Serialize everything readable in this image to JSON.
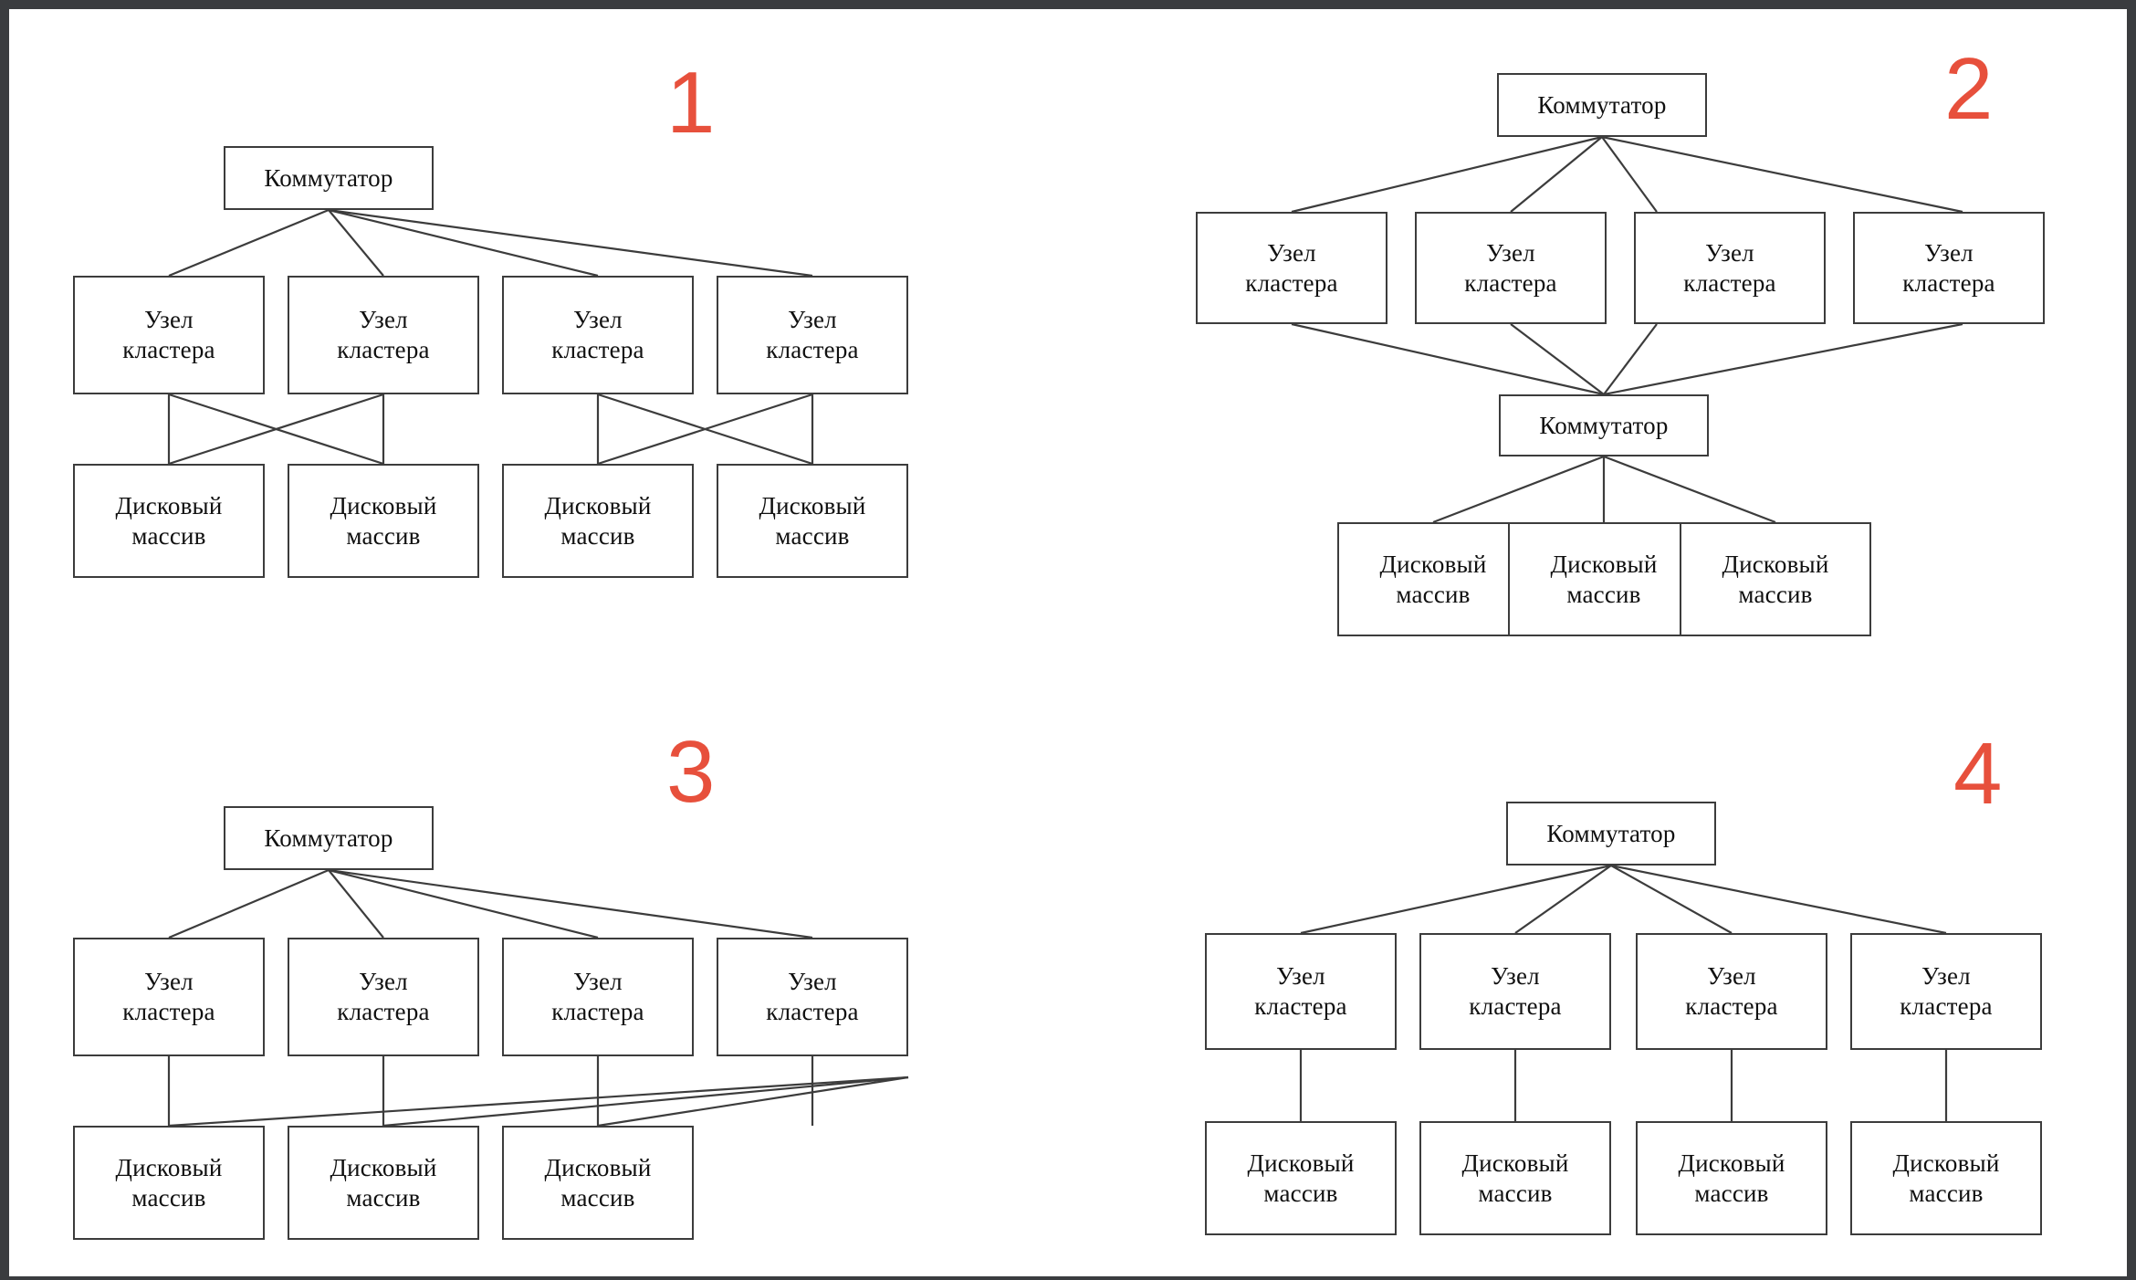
{
  "document": {
    "kind": "technical-diagram-sheet",
    "background_color": "#ffffff",
    "border_color": "#3a3c3f",
    "accent_color": "#e7503c",
    "box_border_color": "#3c3c3c",
    "line_color": "#3c3c3c",
    "labels": {
      "switch": "Коммутатор",
      "cluster_node_line1": "Узел",
      "cluster_node_line2": "кластера",
      "disk_array_line1": "Дисковый",
      "disk_array_line2": "массив"
    }
  },
  "panels": [
    {
      "number": "1",
      "description": "Один коммутатор, четыре узла кластера, четыре дисковых массива с перекрёстными связями попарно",
      "switches": [
        {
          "id": "sw1",
          "label": "Коммутатор"
        }
      ],
      "cluster_nodes": [
        {
          "id": "n1",
          "line1": "Узел",
          "line2": "кластера"
        },
        {
          "id": "n2",
          "line1": "Узел",
          "line2": "кластера"
        },
        {
          "id": "n3",
          "line1": "Узел",
          "line2": "кластера"
        },
        {
          "id": "n4",
          "line1": "Узел",
          "line2": "кластера"
        }
      ],
      "disk_arrays": [
        {
          "id": "d1",
          "line1": "Дисковый",
          "line2": "массив"
        },
        {
          "id": "d2",
          "line1": "Дисковый",
          "line2": "массив"
        },
        {
          "id": "d3",
          "line1": "Дисковый",
          "line2": "массив"
        },
        {
          "id": "d4",
          "line1": "Дисковый",
          "line2": "массив"
        }
      ],
      "links": [
        {
          "from": "sw1",
          "to": "n1"
        },
        {
          "from": "sw1",
          "to": "n2"
        },
        {
          "from": "sw1",
          "to": "n3"
        },
        {
          "from": "sw1",
          "to": "n4"
        },
        {
          "from": "n1",
          "to": "d1"
        },
        {
          "from": "n1",
          "to": "d2"
        },
        {
          "from": "n2",
          "to": "d1"
        },
        {
          "from": "n2",
          "to": "d2"
        },
        {
          "from": "n3",
          "to": "d3"
        },
        {
          "from": "n3",
          "to": "d4"
        },
        {
          "from": "n4",
          "to": "d3"
        },
        {
          "from": "n4",
          "to": "d4"
        }
      ]
    },
    {
      "number": "2",
      "description": "Два коммутатора: верхний к четырём узлам кластера, узлы к нижнему коммутатору, нижний к трём дисковым массивам",
      "switches": [
        {
          "id": "sw1",
          "label": "Коммутатор"
        },
        {
          "id": "sw2",
          "label": "Коммутатор"
        }
      ],
      "cluster_nodes": [
        {
          "id": "n1",
          "line1": "Узел",
          "line2": "кластера"
        },
        {
          "id": "n2",
          "line1": "Узел",
          "line2": "кластера"
        },
        {
          "id": "n3",
          "line1": "Узел",
          "line2": "кластера"
        },
        {
          "id": "n4",
          "line1": "Узел",
          "line2": "кластера"
        }
      ],
      "disk_arrays": [
        {
          "id": "d1",
          "line1": "Дисковый",
          "line2": "массив"
        },
        {
          "id": "d2",
          "line1": "Дисковый",
          "line2": "массив"
        },
        {
          "id": "d3",
          "line1": "Дисковый",
          "line2": "массив"
        }
      ],
      "links": [
        {
          "from": "sw1",
          "to": "n1"
        },
        {
          "from": "sw1",
          "to": "n2"
        },
        {
          "from": "sw1",
          "to": "n3"
        },
        {
          "from": "sw1",
          "to": "n4"
        },
        {
          "from": "n1",
          "to": "sw2"
        },
        {
          "from": "n2",
          "to": "sw2"
        },
        {
          "from": "n3",
          "to": "sw2"
        },
        {
          "from": "n4",
          "to": "sw2"
        },
        {
          "from": "sw2",
          "to": "d1"
        },
        {
          "from": "sw2",
          "to": "d2"
        },
        {
          "from": "sw2",
          "to": "d3"
        }
      ]
    },
    {
      "number": "3",
      "description": "Один коммутатор, четыре узла кластера, три дисковых массива; четвёртый узел связан со всеми массивами",
      "switches": [
        {
          "id": "sw1",
          "label": "Коммутатор"
        }
      ],
      "cluster_nodes": [
        {
          "id": "n1",
          "line1": "Узел",
          "line2": "кластера"
        },
        {
          "id": "n2",
          "line1": "Узел",
          "line2": "кластера"
        },
        {
          "id": "n3",
          "line1": "Узел",
          "line2": "кластера"
        },
        {
          "id": "n4",
          "line1": "Узел",
          "line2": "кластера"
        }
      ],
      "disk_arrays": [
        {
          "id": "d1",
          "line1": "Дисковый",
          "line2": "массив"
        },
        {
          "id": "d2",
          "line1": "Дисковый",
          "line2": "массив"
        },
        {
          "id": "d3",
          "line1": "Дисковый",
          "line2": "массив"
        }
      ],
      "links": [
        {
          "from": "sw1",
          "to": "n1"
        },
        {
          "from": "sw1",
          "to": "n2"
        },
        {
          "from": "sw1",
          "to": "n3"
        },
        {
          "from": "sw1",
          "to": "n4"
        },
        {
          "from": "n1",
          "to": "d1"
        },
        {
          "from": "n2",
          "to": "d2"
        },
        {
          "from": "n3",
          "to": "d3"
        },
        {
          "from": "n4",
          "to": "d1"
        },
        {
          "from": "n4",
          "to": "d2"
        },
        {
          "from": "n4",
          "to": "d3"
        }
      ]
    },
    {
      "number": "4",
      "description": "Один коммутатор, четыре узла кластера, каждый узел связан с собственным дисковым массивом",
      "switches": [
        {
          "id": "sw1",
          "label": "Коммутатор"
        }
      ],
      "cluster_nodes": [
        {
          "id": "n1",
          "line1": "Узел",
          "line2": "кластера"
        },
        {
          "id": "n2",
          "line1": "Узел",
          "line2": "кластера"
        },
        {
          "id": "n3",
          "line1": "Узел",
          "line2": "кластера"
        },
        {
          "id": "n4",
          "line1": "Узел",
          "line2": "кластера"
        }
      ],
      "disk_arrays": [
        {
          "id": "d1",
          "line1": "Дисковый",
          "line2": "массив"
        },
        {
          "id": "d2",
          "line1": "Дисковый",
          "line2": "массив"
        },
        {
          "id": "d3",
          "line1": "Дисковый",
          "line2": "массив"
        },
        {
          "id": "d4",
          "line1": "Дисковый",
          "line2": "массив"
        }
      ],
      "links": [
        {
          "from": "sw1",
          "to": "n1"
        },
        {
          "from": "sw1",
          "to": "n2"
        },
        {
          "from": "sw1",
          "to": "n3"
        },
        {
          "from": "sw1",
          "to": "n4"
        },
        {
          "from": "n1",
          "to": "d1"
        },
        {
          "from": "n2",
          "to": "d2"
        },
        {
          "from": "n3",
          "to": "d3"
        },
        {
          "from": "n4",
          "to": "d4"
        }
      ]
    }
  ]
}
